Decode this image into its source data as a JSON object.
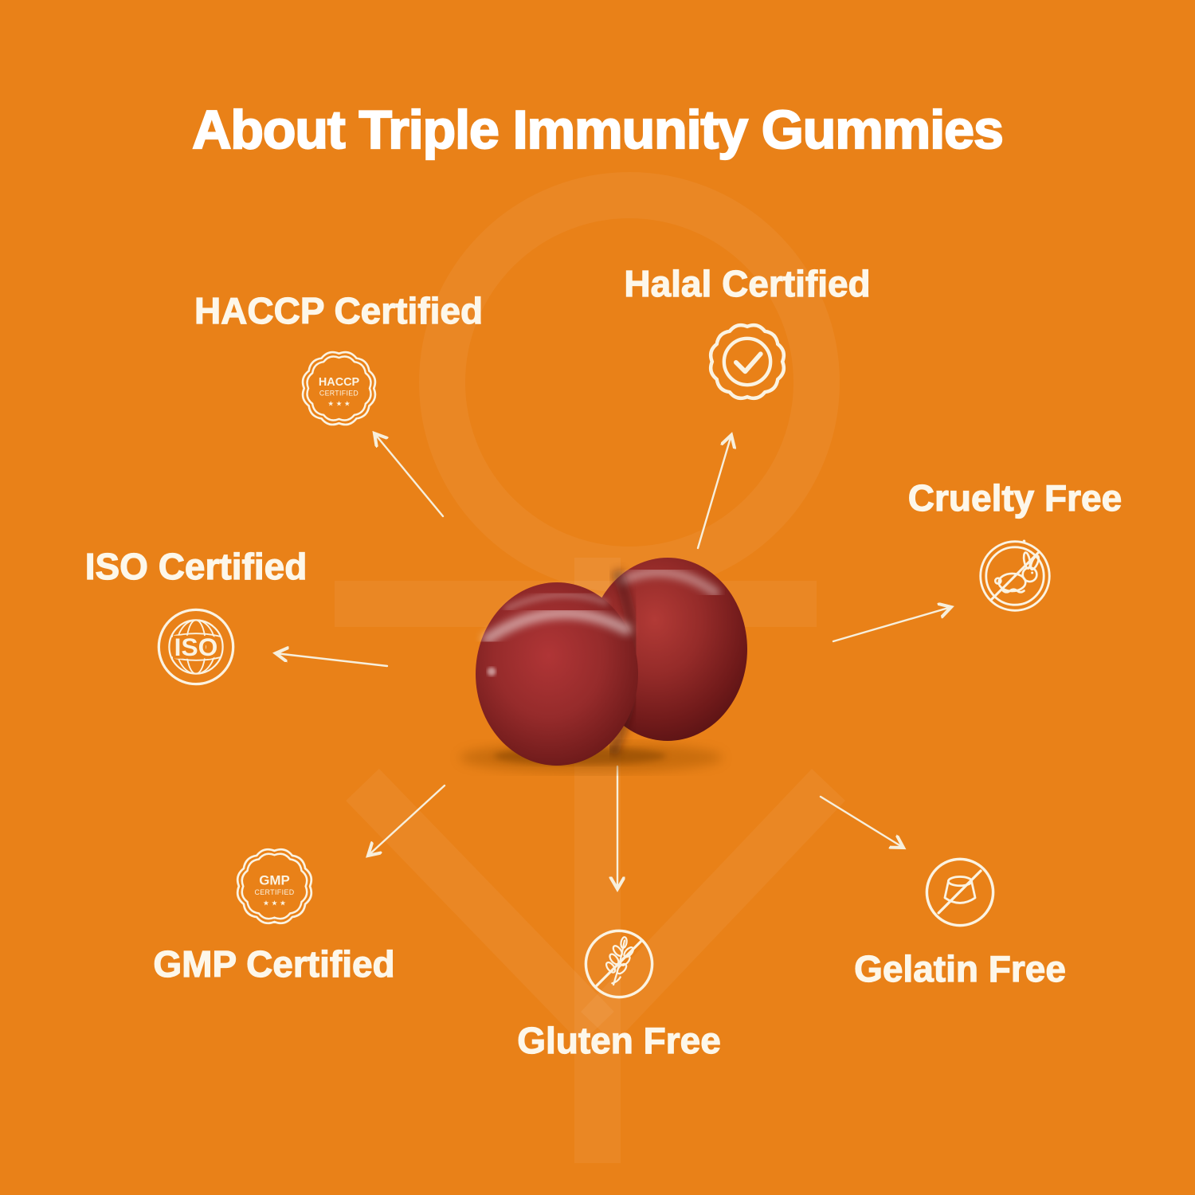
{
  "title": "About Triple Immunity Gummies",
  "colors": {
    "background": "#E98118",
    "title_text": "#FFFFFF",
    "label_text": "#FDF7EA",
    "icon_cream": "#FBF3E2",
    "gummy_red": "#8F2727"
  },
  "center": {
    "image_alt": "Two glossy dark red immunity gummies"
  },
  "features": [
    {
      "label": "HACCP Certified",
      "icon": "haccp-certified-badge-icon",
      "badge": {
        "line1": "HACCP",
        "line2": "CERTIFIED",
        "stars": "★ ★ ★"
      }
    },
    {
      "label": "Halal Certified",
      "icon": "halal-certified-badge-icon"
    },
    {
      "label": "Cruelty Free",
      "icon": "cruelty-free-rabbit-icon"
    },
    {
      "label": "ISO Certified",
      "icon": "iso-globe-icon",
      "badge": {
        "line1": "ISO"
      }
    },
    {
      "label": "GMP Certified",
      "icon": "gmp-certified-badge-icon",
      "badge": {
        "line1": "GMP",
        "line2": "CERTIFIED",
        "stars": "★ ★ ★"
      }
    },
    {
      "label": "Gluten Free",
      "icon": "gluten-free-wheat-icon"
    },
    {
      "label": "Gelatin Free",
      "icon": "gelatin-free-jelly-icon"
    }
  ]
}
